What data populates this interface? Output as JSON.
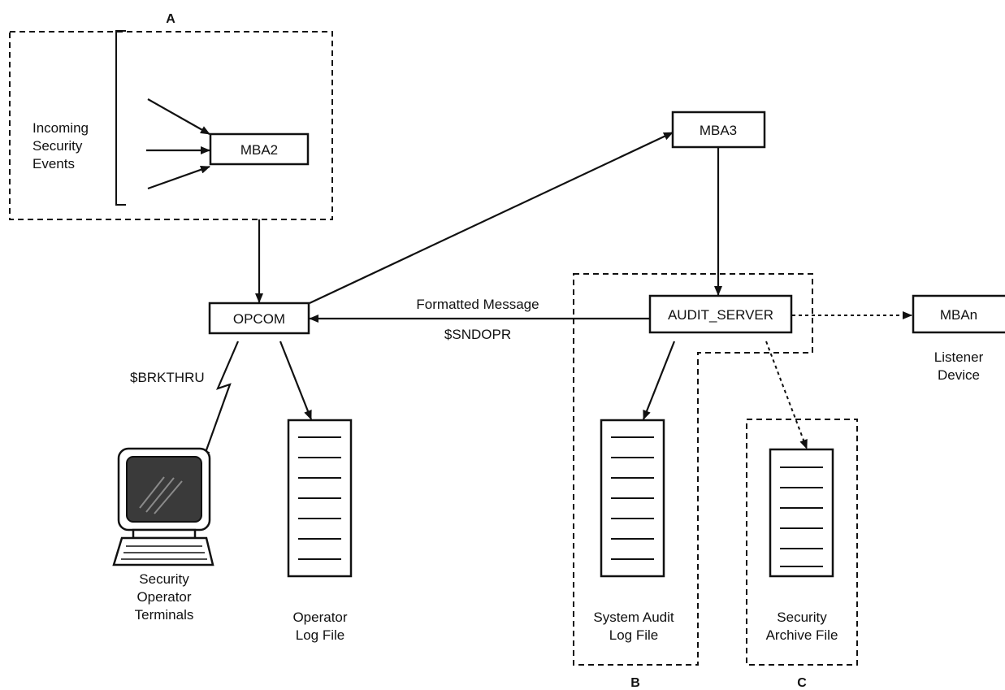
{
  "regions": {
    "a": "A",
    "b": "B",
    "c": "C"
  },
  "incoming_events": "Incoming\nSecurity\nEvents",
  "nodes": {
    "mba2": "MBA2",
    "mba3": "MBA3",
    "opcom": "OPCOM",
    "audit_server": "AUDIT_SERVER",
    "mban": "MBAn"
  },
  "edge_labels": {
    "formatted_message": "Formatted Message",
    "sndopr": "$SNDOPR",
    "brkthru": "$BRKTHRU"
  },
  "captions": {
    "terminals": "Security\nOperator\nTerminals",
    "operator_log": "Operator\nLog File",
    "audit_log": "System Audit\nLog File",
    "archive": "Security\nArchive File",
    "listener": "Listener\nDevice"
  },
  "colors": {
    "stroke": "#111111",
    "screen": "#3a3a3a"
  }
}
